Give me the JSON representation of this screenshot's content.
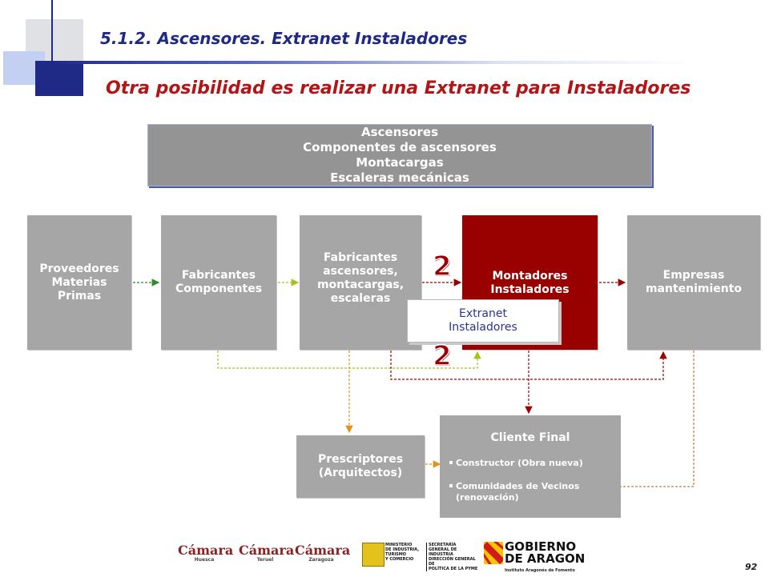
{
  "header": {
    "title": "5.1.2. Ascensores.  Extranet Instaladores",
    "subtitle": "Otra posibilidad es realizar una Extranet para Instaladores"
  },
  "banner": {
    "lines": [
      "Ascensores",
      "Componentes de ascensores",
      "Montacargas",
      "Escaleras mecánicas"
    ]
  },
  "boxes": {
    "proveedores": [
      "Proveedores",
      "Materias",
      "Primas"
    ],
    "fabricantes_componentes": [
      "Fabricantes",
      "Componentes"
    ],
    "fabricantes_ascensores": [
      "Fabricantes",
      "ascensores,",
      "montacargas,",
      "escaleras"
    ],
    "montadores": [
      "Montadores",
      "Instaladores"
    ],
    "empresas": [
      "Empresas",
      "mantenimiento"
    ],
    "prescriptores": [
      "Prescriptores",
      "(Arquitectos)"
    ]
  },
  "extranet": [
    "Extranet",
    "Instaladores"
  ],
  "markers": [
    "2",
    "2"
  ],
  "cliente_final": {
    "title": "Cliente Final",
    "bullets": [
      "Constructor (Obra nueva)",
      "Comunidades de Vecinos",
      "(renovación)"
    ]
  },
  "footer": {
    "page_number": "92",
    "logos": {
      "camara_huesca": {
        "name": "Cámara",
        "city": "Huesca"
      },
      "camara_teruel": {
        "name": "Cámara",
        "city": "Teruel"
      },
      "camara_zaragoza": {
        "name": "Cámara",
        "city": "Zaragoza"
      },
      "ministerio": [
        "MINISTERIO",
        "DE INDUSTRIA,",
        "TURISMO",
        "Y COMERCIO"
      ],
      "secretaria": [
        "SECRETARÍA GENERAL DE",
        "INDUSTRIA",
        "DIRECCIÓN GENERAL DE",
        "POLÍTICA DE LA PYME"
      ],
      "gobierno": [
        "GOBIERNO",
        "DE ARAGON"
      ],
      "gobierno_sub": "Instituto Aragonés de Fomento"
    }
  },
  "colors": {
    "title_blue": "#1f2a86",
    "subtitle_red": "#b21515",
    "box_gray": "#a6a6a6",
    "box_dark_red": "#990000",
    "arrow_green": "#2e8b2e",
    "arrow_light_green": "#a5c31e",
    "arrow_dark_red": "#9a0000",
    "arrow_orange": "#e0921e",
    "arrow_brown": "#b8803a"
  }
}
